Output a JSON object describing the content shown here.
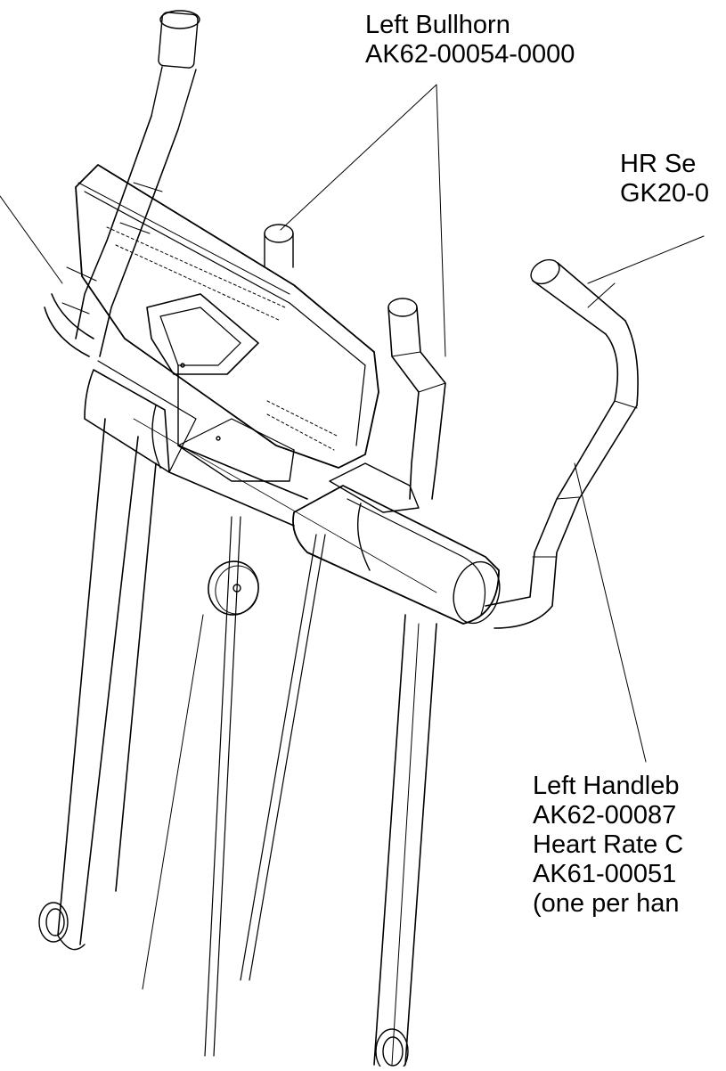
{
  "callouts": {
    "left_bullhorn": {
      "name": "Left Bullhorn",
      "part_number": "AK62-00054-0000"
    },
    "hr_sensor": {
      "name": "HR Se",
      "part_number": "GK20-0"
    },
    "left_handlebar": {
      "line1": "Left Handleb",
      "line2": "AK62-00087",
      "line3": "Heart Rate C",
      "line4": "AK61-00051",
      "line5": "(one per han"
    }
  },
  "colors": {
    "line": "#000000",
    "background": "#ffffff"
  }
}
